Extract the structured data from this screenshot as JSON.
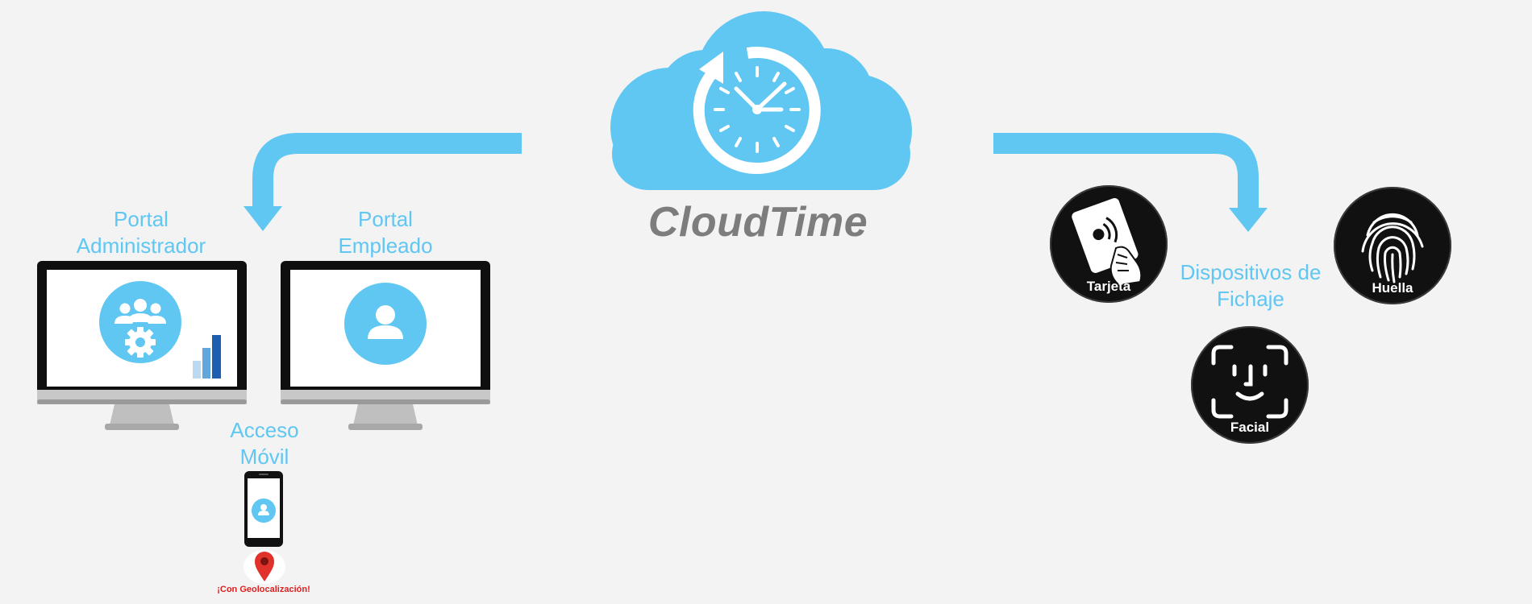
{
  "brand": {
    "name": "CloudTime"
  },
  "portals": {
    "admin": {
      "line1": "Portal",
      "line2": "Administrador"
    },
    "employee": {
      "line1": "Portal",
      "line2": "Empleado"
    },
    "mobile": {
      "line1": "Acceso",
      "line2": "Móvil",
      "geo_note": "¡Con Geolocalización!"
    }
  },
  "devices": {
    "title_line1": "Dispositivos de",
    "title_line2": "Fichaje",
    "card": "Tarjeta",
    "fingerprint": "Huella",
    "face": "Facial"
  },
  "colors": {
    "accent": "#60c6f2",
    "brand_text": "#7d7d7d",
    "badge": "#111111",
    "geo_red": "#e02020"
  },
  "icons": [
    "cloud-icon",
    "clock-icon",
    "users-gear-icon",
    "bar-chart-icon",
    "user-icon",
    "map-pin-icon",
    "card-hand-icon",
    "fingerprint-icon",
    "face-id-icon"
  ]
}
